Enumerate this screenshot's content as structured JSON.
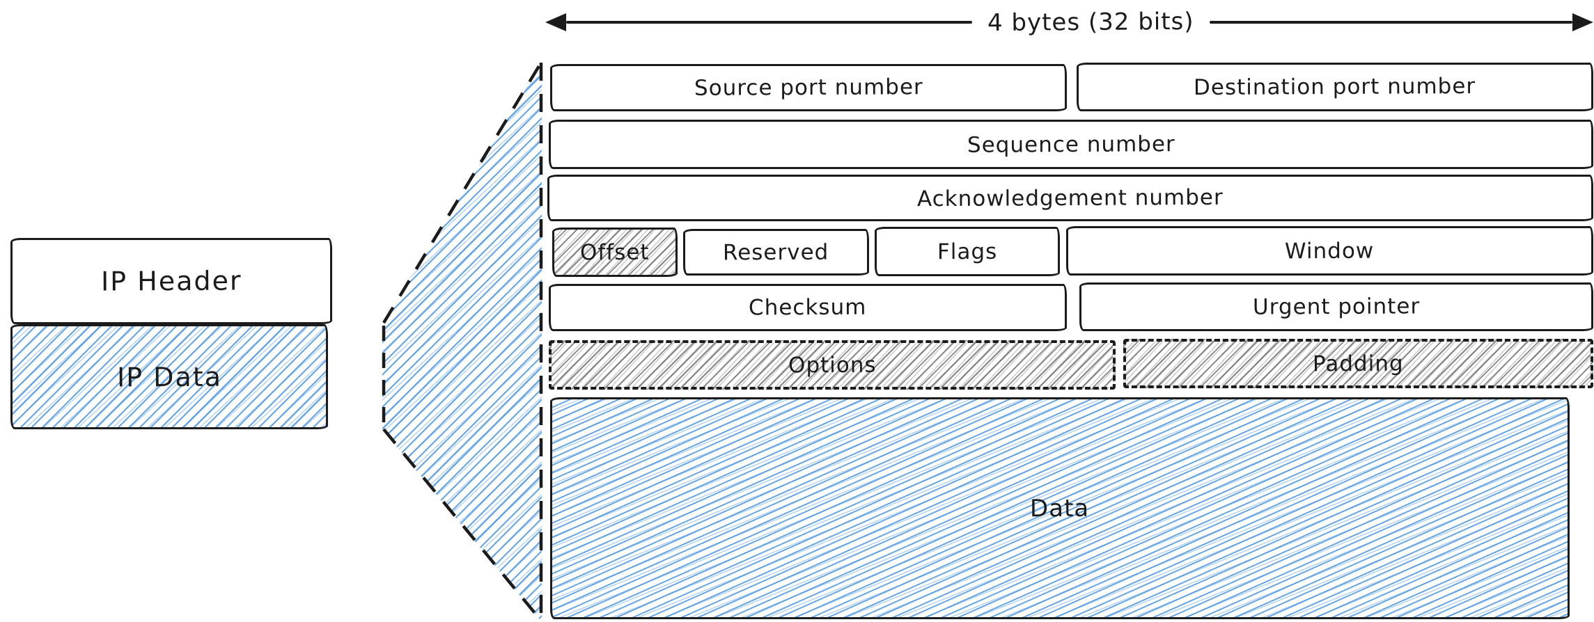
{
  "arrow": {
    "label": "4 bytes (32 bits)"
  },
  "ip": {
    "header": "IP Header",
    "data": "IP Data"
  },
  "tcp": {
    "source_port": "Source port number",
    "destination_port": "Destination port number",
    "sequence": "Sequence number",
    "acknowledgement": "Acknowledgement number",
    "offset": "Offset",
    "reserved": "Reserved",
    "flags": "Flags",
    "window": "Window",
    "checksum": "Checksum",
    "urgent_pointer": "Urgent pointer",
    "options": "Options",
    "padding": "Padding",
    "data": "Data"
  },
  "colors": {
    "ink": "#1b1b1b",
    "blue_hatch": "#4d96e0",
    "gray_hatch": "#696969"
  }
}
